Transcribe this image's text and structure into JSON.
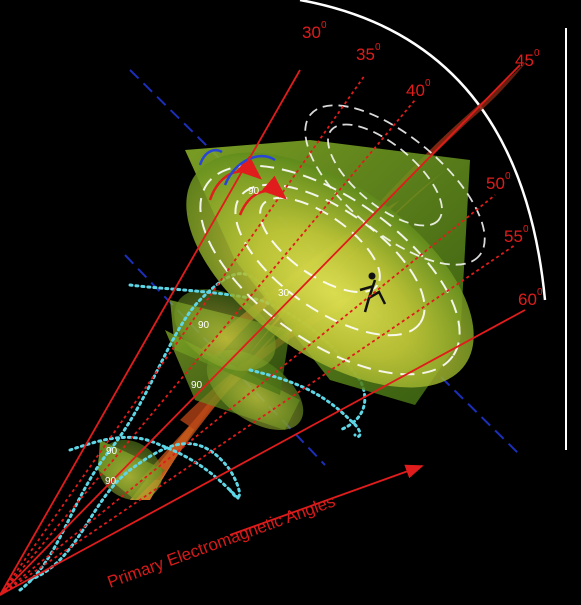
{
  "diagram": {
    "angle_labels": [
      {
        "value": "30",
        "degree_mark": "0"
      },
      {
        "value": "35",
        "degree_mark": "0"
      },
      {
        "value": "40",
        "degree_mark": "0"
      },
      {
        "value": "45",
        "degree_mark": "0"
      },
      {
        "value": "50",
        "degree_mark": "0"
      },
      {
        "value": "55",
        "degree_mark": "0"
      },
      {
        "value": "60",
        "degree_mark": "0"
      }
    ],
    "inner_labels": [
      "90",
      "30",
      "90",
      "90",
      "90",
      "90"
    ],
    "caption": "Primary Electromagnetic Angles",
    "colors": {
      "background": "#000000",
      "angle_lines": "#e01c1c",
      "cone_green": "#7ea11e",
      "cone_yellow": "#e7e445",
      "vortex_orange": "#c7521a",
      "axis_blue": "#1c2fb8",
      "wave_cyan": "#5fd6e6",
      "arc_white": "#ffffff"
    }
  }
}
